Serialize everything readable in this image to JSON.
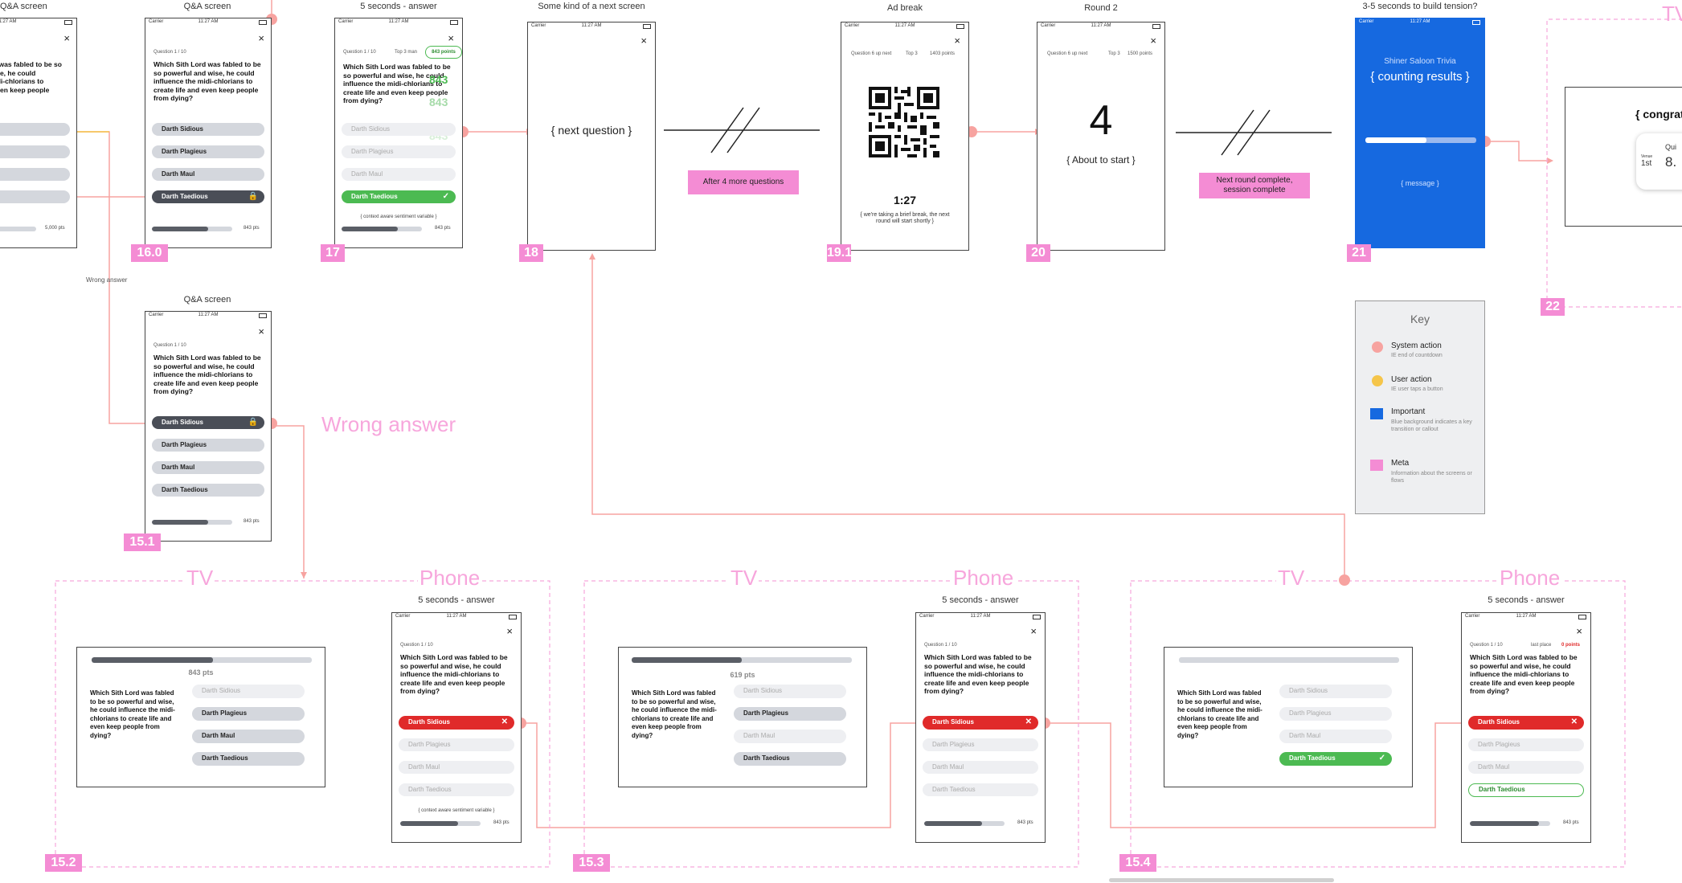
{
  "phone_chrome": {
    "carrier": "Carrier",
    "time": "11:27 AM",
    "close": "×"
  },
  "quiz": {
    "question": "Which Sith Lord was fabled to be so powerful and wise, he could influence the midi-chlorians to create life and even keep people from dying?",
    "tv_question": "Which Sith Lord was fabled to be so powerful and wise, he could influence the midi-chlorians to create life and even keep people from dying?",
    "question_num": "Question 1 / 10",
    "answers": [
      "Darth Sidious",
      "Darth Plagieus",
      "Darth Maul",
      "Darth Taedious"
    ],
    "pts": "843 pts",
    "pts_5000": "5,000 pts",
    "points_pill": "843 points",
    "context_line": "{ context aware sentiment variable }"
  },
  "screens": {
    "s16_title": "Q&A screen",
    "s16_0_title": "Q&A screen",
    "s17_title": "5 seconds - answer",
    "s17_top": "Top 3 man",
    "s17_score_a": "843",
    "s17_score_b": "843",
    "s17_score_c": "843",
    "s18_title": "Some kind of a next screen",
    "s18_body": "{ next question }",
    "s19_title": "Ad break",
    "s19_meta_a": "Question 6 up next",
    "s19_meta_b": "Top 3",
    "s19_meta_c": "1403 points",
    "s19_timer": "1:27",
    "s19_msg": "{ we're taking a brief break, the next round will start shortly }",
    "s20_title": "Round 2",
    "s20_meta_a": "Question 6 up next",
    "s20_meta_b": "Top 3",
    "s20_meta_c": "1500 points",
    "s20_count": "4",
    "s20_sub": "{ About to start }",
    "s21_title": "3-5 seconds to build tension?",
    "s21_brand": "Shiner Saloon Trivia",
    "s21_heading": "{ counting results }",
    "s21_msg": "{ message }",
    "s22_heading": "{ congrat",
    "s22_quiz": "Qui",
    "s22_venue": "Venue",
    "s22_rank": "1st",
    "s22_score": "8.",
    "s15_1_title": "Q&A screen",
    "wrong_answer": "Wrong answer",
    "wrong_answer_small": "Wrong answer",
    "ph_answer_title": "5 seconds - answer",
    "tv_pts_1": "843 pts",
    "tv_pts_2": "619 pts",
    "s154_meta_a": "last place",
    "s154_meta_b": "0 points"
  },
  "section_labels": {
    "tv": "TV",
    "phone": "Phone"
  },
  "notes": {
    "after_four": "After 4 more questions",
    "next_round": "Next round complete, session complete"
  },
  "badges": {
    "b16": "16.0",
    "b17": "17",
    "b18": "18",
    "b19": "19.1",
    "b20": "20",
    "b21": "21",
    "b22": "22",
    "b151": "15.1",
    "b152": "15.2",
    "b153": "15.3",
    "b154": "15.4"
  },
  "key": {
    "title": "Key",
    "items": [
      {
        "label": "System action",
        "sub": "IE end of countdown",
        "color": "#f7a3a0"
      },
      {
        "label": "User action",
        "sub": "IE user taps a button",
        "color": "#f5c54a"
      },
      {
        "label": "Important",
        "sub": "Blue background indicates a key transition or callout",
        "color": "#1669e0"
      },
      {
        "label": "Meta",
        "sub": "Information about the screens or flows",
        "color": "#f48cd4"
      }
    ]
  },
  "colors": {
    "pink": "#f48cd4",
    "salmon": "#f7a3a0",
    "yellow": "#f5c54a",
    "blue": "#1669e0",
    "green": "#4cba52",
    "red": "#e02a2a"
  }
}
